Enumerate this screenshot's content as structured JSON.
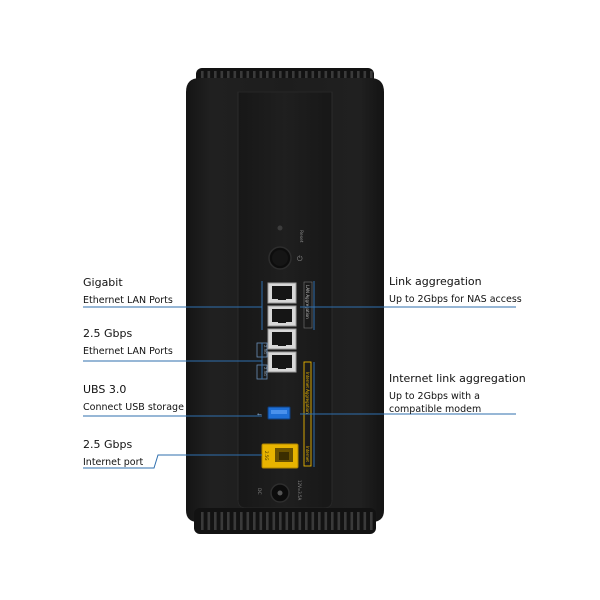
{
  "left_callouts": [
    {
      "title": "Gigabit",
      "subtitle": "Ethernet LAN Ports"
    },
    {
      "title": "2.5 Gbps",
      "subtitle": "Ethernet LAN Ports"
    },
    {
      "title": "UBS 3.0",
      "subtitle": "Connect USB storage"
    },
    {
      "title": "2.5 Gbps",
      "subtitle": "Internet port"
    }
  ],
  "right_callouts": [
    {
      "title": "Link aggregation",
      "subtitle": "Up to 2Gbps for NAS access"
    },
    {
      "title": "Internet link aggregation",
      "subtitle_line1": "Up to 2Gbps with a",
      "subtitle_line2": "compatible modem"
    }
  ],
  "device_labels": {
    "reset": "Reset",
    "port_25g_a": "2.5G",
    "port_25g_b": "2.5G",
    "lan_agg": "LAN Aggregation",
    "internet_agg": "Internet Aggregation",
    "internet": "Internet",
    "internet_port_speed": "2.5G",
    "dc": "DC",
    "power_rating": "12V=3.5A"
  },
  "colors": {
    "callout_line": "#2f6fae",
    "device_body": "#1c1c1c",
    "accent_yellow": "#e8b400",
    "usb_blue": "#1f6fd6"
  }
}
